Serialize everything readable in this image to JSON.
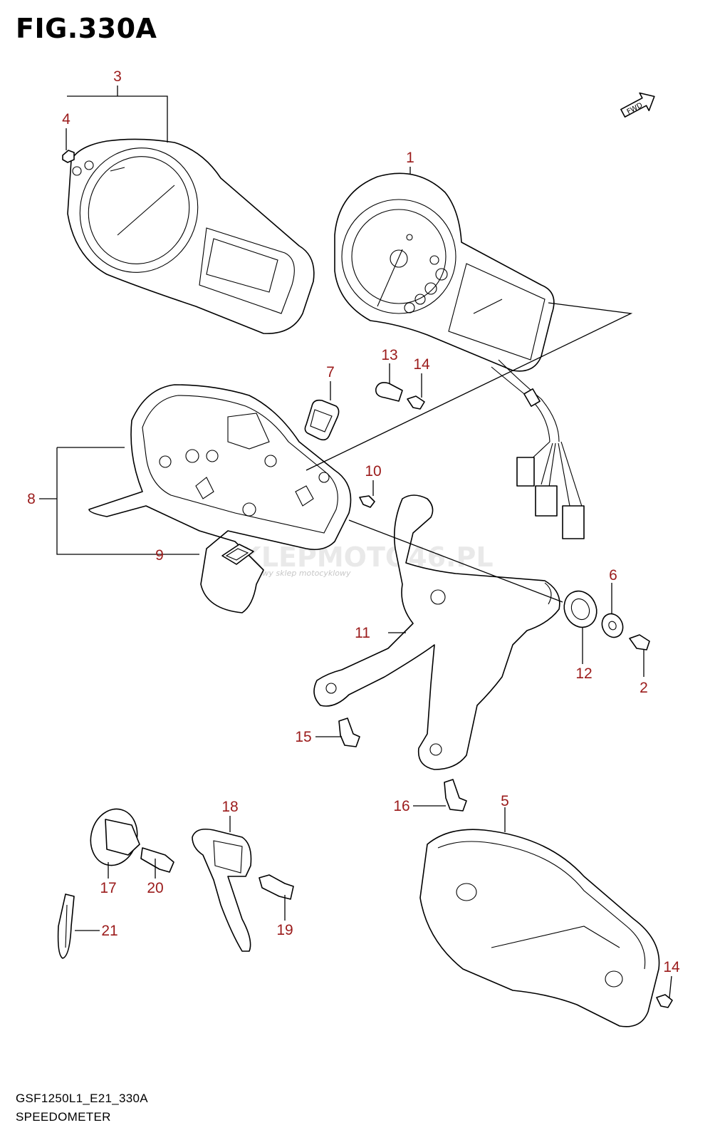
{
  "figure": {
    "title": "FIG.330A",
    "model_code": "GSF1250L1_E21_330A",
    "name": "SPEEDOMETER"
  },
  "fwd_badge": "FWD",
  "watermark": {
    "main": "SKLEPMOTO46.PL",
    "sub": "internetowy sklep motocyklowy"
  },
  "callouts": [
    "1",
    "2",
    "3",
    "4",
    "5",
    "6",
    "7",
    "8",
    "9",
    "10",
    "11",
    "12",
    "13",
    "14",
    "14",
    "15",
    "16",
    "17",
    "18",
    "19",
    "20",
    "21"
  ],
  "colors": {
    "callout": "#9b1b1b",
    "line": "#000000"
  }
}
